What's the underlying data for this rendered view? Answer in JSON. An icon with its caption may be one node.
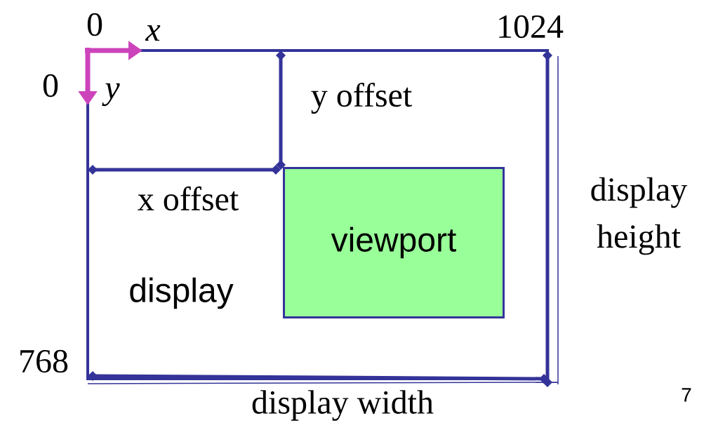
{
  "diagram": {
    "nodes": [
      {
        "text": [
          "display"
        ]
      },
      {
        "text": [
          "viewport"
        ],
        "in": 0
      }
    ],
    "labels": [
      "0",
      "x",
      "0",
      "y",
      "1024",
      "768",
      "y offset",
      "x offset",
      "display height",
      "display width",
      "7"
    ]
  }
}
